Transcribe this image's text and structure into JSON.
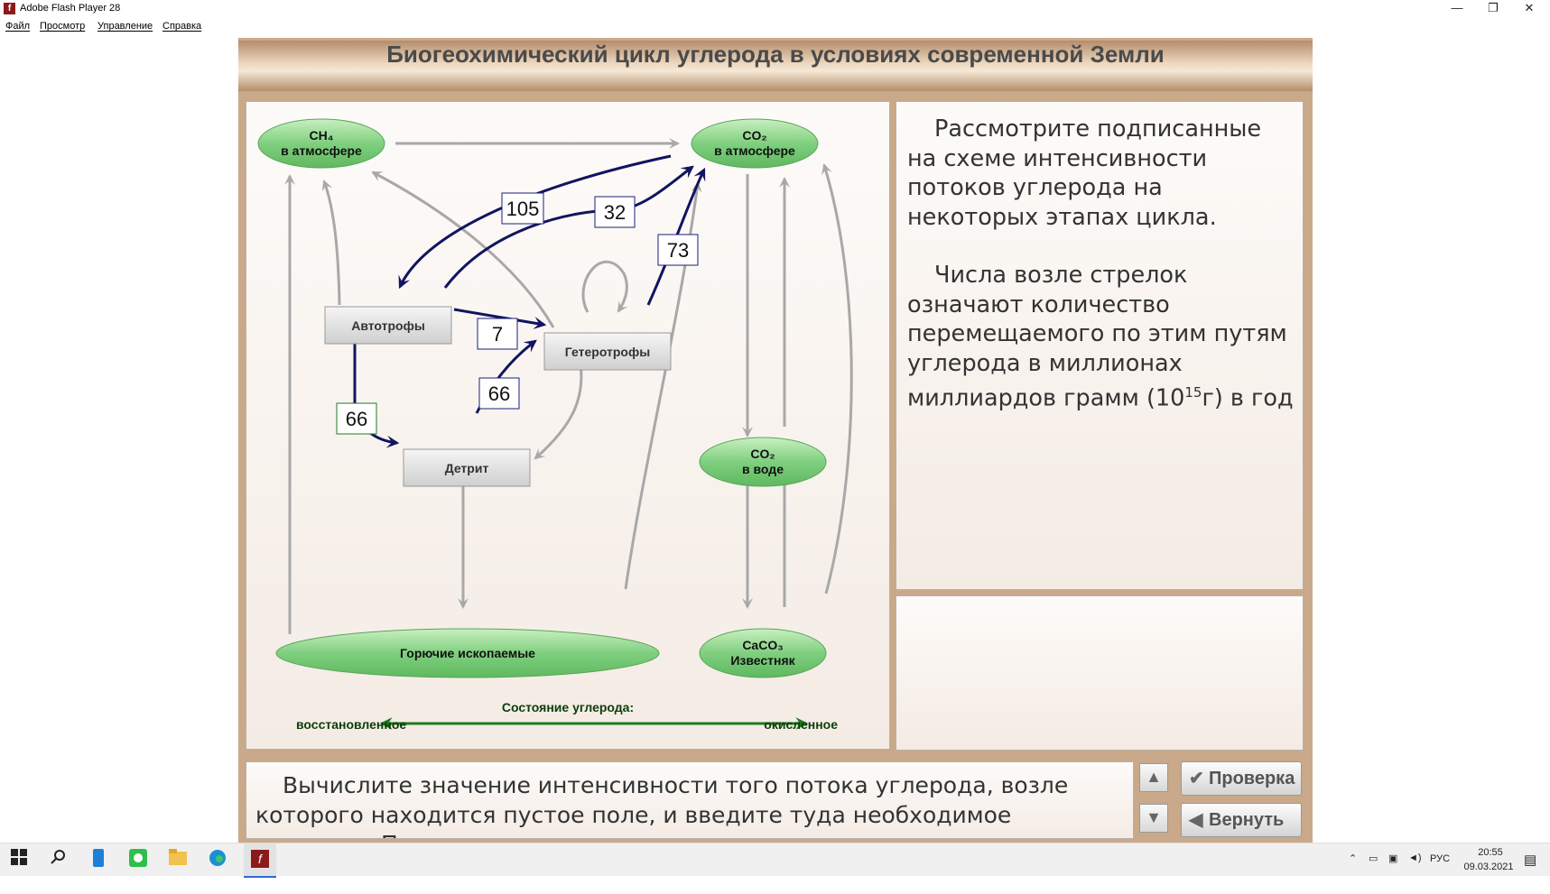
{
  "window": {
    "title": "Adobe Flash Player 28",
    "app_icon": "f",
    "controls": [
      "—",
      "❐",
      "✕"
    ]
  },
  "menu": [
    "Файл",
    "Просмотр",
    "Управление",
    "Справка"
  ],
  "banner_title": "Биогеохимический цикл углерода в условиях современной Земли",
  "diagram": {
    "nodes": {
      "ch4_l1": "CH₄",
      "ch4_l2": "в атмосфере",
      "co2a_l1": "CO₂",
      "co2a_l2": "в атмосфере",
      "co2w_l1": "CO₂",
      "co2w_l2": "в воде",
      "caco3_l1": "CaCO₃",
      "caco3_l2": "Известняк",
      "fossil": "Горючие ископаемые",
      "autotrophs": "Автотрофы",
      "heterotrophs": "Гетеротрофы",
      "detritus": "Детрит"
    },
    "flows": {
      "f105": "105",
      "f32": "32",
      "f73": "73",
      "f7": "7",
      "f66a": "66",
      "f66b": "66"
    },
    "state_title": "Состояние углерода:",
    "state_left": "восстановленное",
    "state_right": "окисленное"
  },
  "info": {
    "p1": "Рассмотрите подписанные на схеме интенсивности потоков углерода на некоторых этапах цикла.",
    "p2_a": "Числа возле стрелок означают количество перемещаемого по этим путям углерода в миллионах миллиардов грамм (10",
    "p2_sup": "15",
    "p2_b": "г) в год"
  },
  "task": {
    "text": "Вычислите значение интенсивности того потока углерода, возле которого находится пустое поле, и введите туда необходимое значение. После этого"
  },
  "buttons": {
    "check": "Проверка",
    "back": "Вернуть",
    "scroll_up": "▲",
    "scroll_down": "▼"
  },
  "colors": {
    "dark_arrow": "#111460",
    "grey_arrow": "#a8a8a8",
    "ellipse_fill": "#7fcf7f",
    "state_arrow": "#1f7a1f"
  },
  "taskbar": {
    "lang": "РУС",
    "time": "20:55",
    "date": "09.03.2021"
  }
}
